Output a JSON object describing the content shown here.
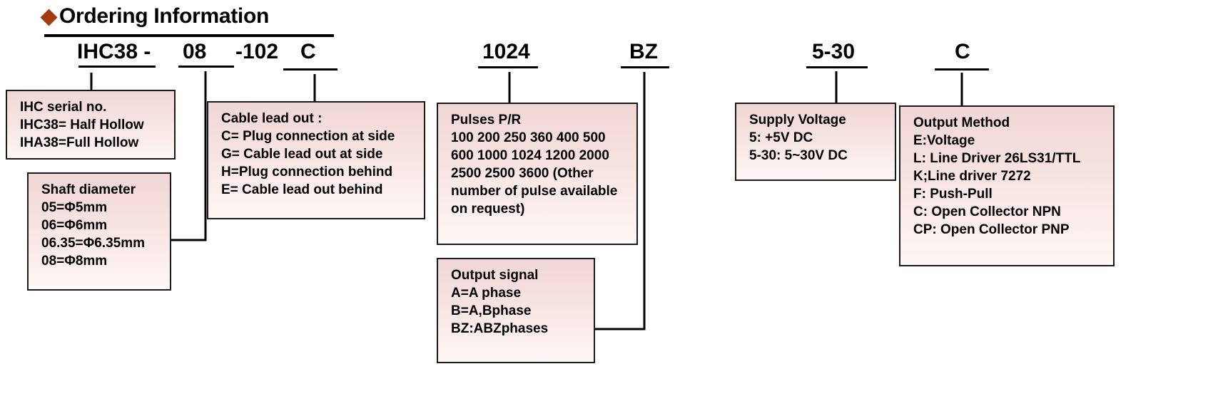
{
  "title": {
    "text": "Ordering Information",
    "bullet_color": "#a33a10"
  },
  "part_number": {
    "segments": [
      {
        "label": "IHC38 -",
        "name": "code-ihc38"
      },
      {
        "label": "08",
        "name": "code-08"
      },
      {
        "label": "-102",
        "name": "code-102"
      },
      {
        "label": "C",
        "name": "code-c"
      },
      {
        "label": "1024",
        "name": "code-1024"
      },
      {
        "label": "BZ",
        "name": "code-bz"
      },
      {
        "label": "5-30",
        "name": "code-5-30"
      },
      {
        "label": "C",
        "name": "code-c2"
      }
    ]
  },
  "boxes": {
    "serial": {
      "title": "IHC serial no.",
      "lines": "IHC serial no.\nIHC38= Half Hollow\nIHA38=Full Hollow"
    },
    "shaft": {
      "title": "Shaft diameter",
      "lines": "Shaft diameter\n05=Φ5mm\n06=Φ6mm\n06.35=Φ6.35mm\n08=Φ8mm"
    },
    "cable": {
      "title": "Cable lead out :",
      "lines": "Cable lead out :\nC= Plug connection at side\nG= Cable lead out at side\nH=Plug connection behind\nE= Cable lead out behind"
    },
    "pulses": {
      "title": "Pulses P/R",
      "lines": "Pulses P/R\n100 200 250 360 400 500\n600 1000 1024 1200 2000\n2500 2500 3600 (Other\nnumber of pulse available\non request)"
    },
    "output_signal": {
      "title": "Output signal",
      "lines": "Output signal\nA=A phase\nB=A,Bphase\nBZ:ABZphases"
    },
    "supply_voltage": {
      "title": "Supply Voltage",
      "lines": "Supply Voltage\n5: +5V DC\n5-30: 5~30V DC"
    },
    "output_method": {
      "title": "Output  Method",
      "lines": "Output  Method\nE:Voltage\nL: Line Driver 26LS31/TTL\nK;Line driver 7272\nF: Push-Pull\nC: Open Collector NPN\nCP: Open Collector PNP"
    }
  }
}
